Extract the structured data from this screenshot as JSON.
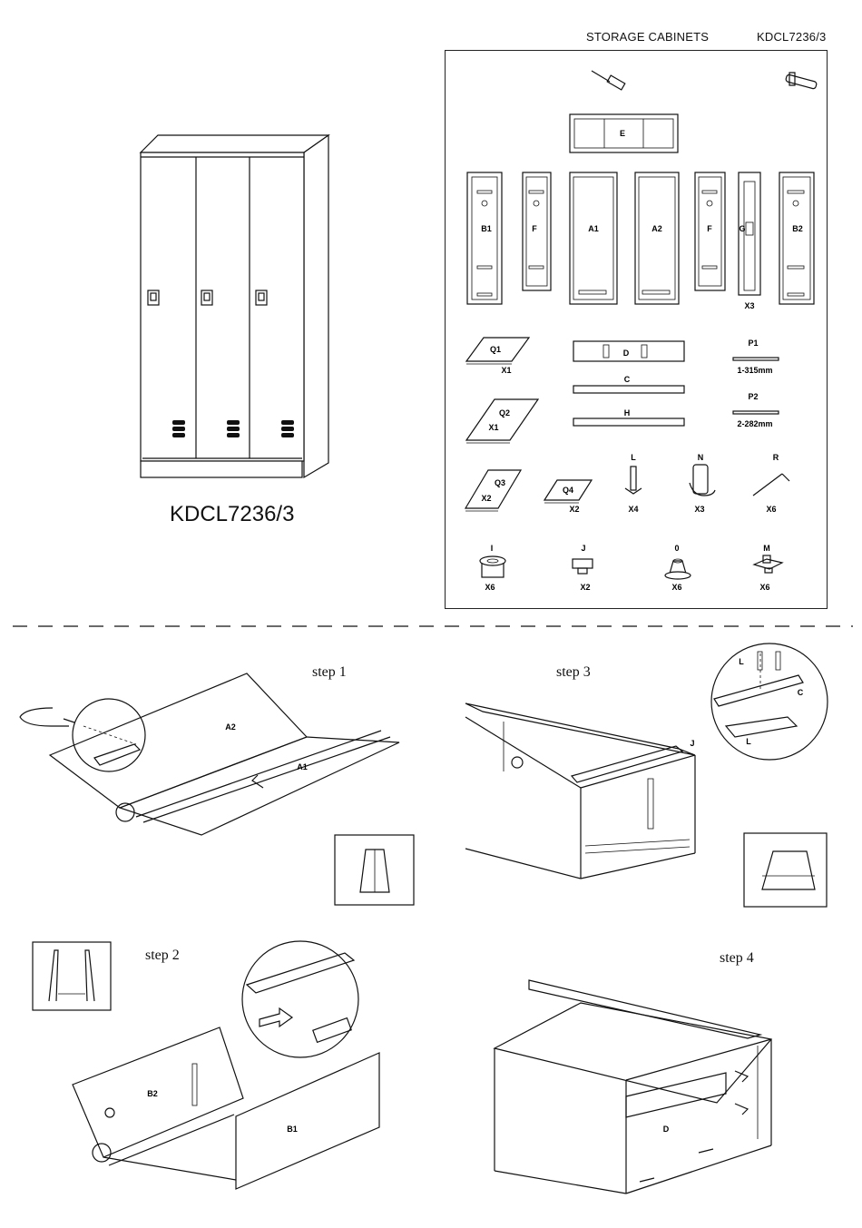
{
  "header": {
    "title": "STORAGE CABINETS",
    "model_code": "KDCL7236/3"
  },
  "product": {
    "model_caption": "KDCL7236/3"
  },
  "parts": {
    "panels": [
      {
        "id": "E",
        "label": "E"
      },
      {
        "id": "B1",
        "label": "B1"
      },
      {
        "id": "F1",
        "label": "F"
      },
      {
        "id": "A1",
        "label": "A1"
      },
      {
        "id": "A2",
        "label": "A2"
      },
      {
        "id": "F2",
        "label": "F"
      },
      {
        "id": "G",
        "label": "G"
      },
      {
        "id": "B2",
        "label": "B2"
      }
    ],
    "g_qty": "X3",
    "shelves": [
      {
        "label": "Q1",
        "qty": "X1"
      },
      {
        "label": "Q2",
        "qty": "X1"
      },
      {
        "label": "Q3",
        "qty": "X2"
      },
      {
        "label": "Q4",
        "qty": "X2"
      }
    ],
    "rails": {
      "d": "D",
      "c": "C",
      "h": "H"
    },
    "rods": [
      {
        "label": "P1",
        "size": "1-315mm"
      },
      {
        "label": "P2",
        "size": "2-282mm"
      }
    ],
    "hardware": [
      {
        "label": "L",
        "qty": "X4"
      },
      {
        "label": "N",
        "qty": "X3"
      },
      {
        "label": "R",
        "qty": "X6"
      },
      {
        "label": "I",
        "qty": "X6"
      },
      {
        "label": "J",
        "qty": "X2"
      },
      {
        "label": "0",
        "qty": "X6"
      },
      {
        "label": "M",
        "qty": "X6"
      }
    ]
  },
  "steps": {
    "step1": {
      "title": "step 1",
      "labels": [
        "A2",
        "A1"
      ]
    },
    "step2": {
      "title": "step 2",
      "labels": [
        "B2",
        "B1"
      ]
    },
    "step3": {
      "title": "step 3",
      "labels": [
        "L",
        "C",
        "L",
        "J"
      ]
    },
    "step4": {
      "title": "step 4",
      "labels": [
        "D"
      ]
    }
  }
}
